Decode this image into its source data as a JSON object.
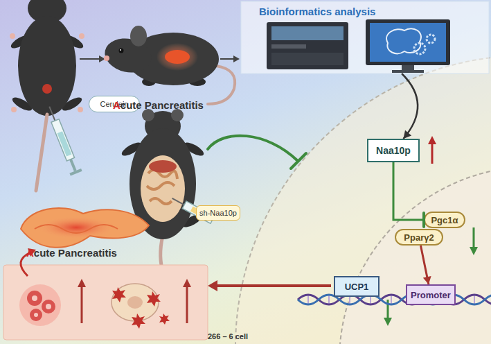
{
  "diagram": {
    "nodes": [
      {
        "text": [
          "Cerulein"
        ]
      },
      {
        "text": [
          "Bioinformatics analysis"
        ]
      },
      {
        "text": [
          "sh-Naa10p"
        ]
      },
      {
        "text": [
          "Naa10p"
        ]
      },
      {
        "text": [
          "Pgc1α"
        ]
      },
      {
        "text": [
          "Pparγ2"
        ]
      },
      {
        "text": [
          "UCP1"
        ]
      },
      {
        "text": [
          "Promoter"
        ]
      }
    ],
    "edges": [
      {
        "from": 1,
        "to": 3,
        "arrow": "to"
      },
      {
        "from": 3,
        "to": 4,
        "arrow": "to"
      },
      {
        "from": 5,
        "to": 7,
        "arrow": "to"
      }
    ],
    "labels": [
      "Acute Pancreatitis",
      "Acute Pancreatitis",
      "266 – 6 cell"
    ]
  }
}
